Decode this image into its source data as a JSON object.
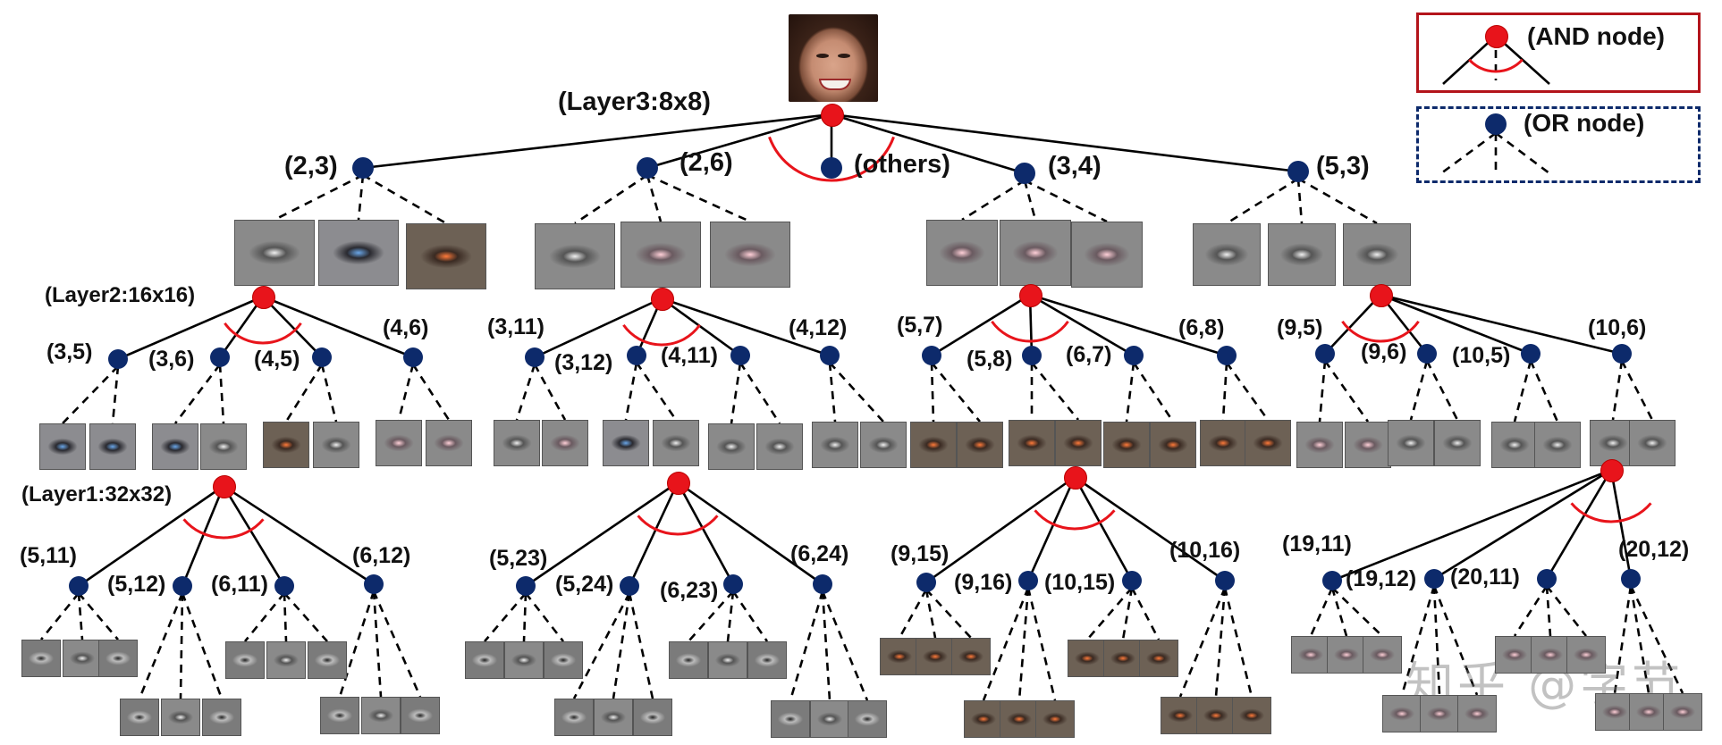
{
  "layer_labels": {
    "l3": "(Layer3:8x8)",
    "l2": "(Layer2:16x16)",
    "l1": "(Layer1:32x32)"
  },
  "layer3_children": [
    "(2,3)",
    "(2,6)",
    "(others)",
    "(3,4)",
    "(5,3)"
  ],
  "layer2": [
    [
      "(3,5)",
      "(3,6)",
      "(4,5)",
      "(4,6)"
    ],
    [
      "(3,11)",
      "(3,12)",
      "(4,11)",
      "(4,12)"
    ],
    [
      "(5,7)",
      "(5,8)",
      "(6,7)",
      "(6,8)"
    ],
    [
      "(9,5)",
      "(9,6)",
      "(10,5)",
      "(10,6)"
    ]
  ],
  "layer1": [
    [
      "(5,11)",
      "(5,12)",
      "(6,11)",
      "(6,12)"
    ],
    [
      "(5,23)",
      "(5,24)",
      "(6,23)",
      "(6,24)"
    ],
    [
      "(9,15)",
      "(9,16)",
      "(10,15)",
      "(10,16)"
    ],
    [
      "(19,11)",
      "(19,12)",
      "(20,11)",
      "(20,12)"
    ]
  ],
  "legend": {
    "and": "(AND node)",
    "or": "(OR node)"
  },
  "colors": {
    "and_node": "#e8141b",
    "or_node": "#0d2a6b",
    "and_arc": "#e8141b",
    "legend_and_border": "#b3141b",
    "legend_or_border": "#0d2a6b"
  },
  "watermark": "知乎 @字节"
}
